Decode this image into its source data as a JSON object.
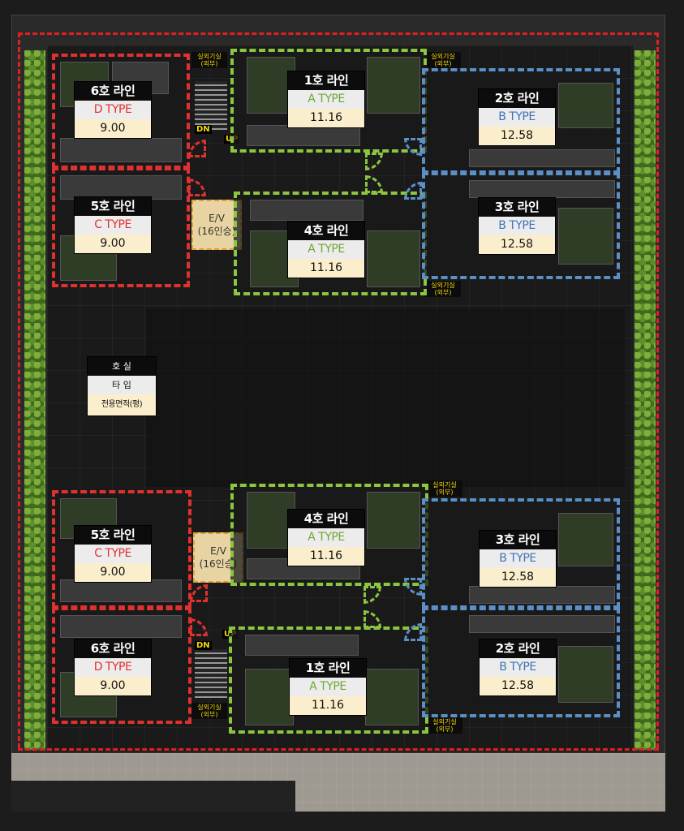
{
  "colors": {
    "red_line": "#e03131",
    "green_line": "#8cc63f",
    "blue_line": "#5b8fc7",
    "type_red": "#e03131",
    "type_green": "#6fa832",
    "type_blue": "#3f74b8",
    "tag_text": "#f5d800"
  },
  "legend": {
    "room": "호 실",
    "type": "타 입",
    "area": "전용면적(평)"
  },
  "elevator": {
    "label": "E/V",
    "capacity": "(16인승)"
  },
  "stairs": {
    "up": "UP",
    "down": "DN"
  },
  "outdoor_tag": {
    "line1": "실외기실",
    "line2": "(외부)"
  },
  "units_top": [
    {
      "name": "6호 라인",
      "type": "D TYPE",
      "area": "9.00",
      "color": "red"
    },
    {
      "name": "5호 라인",
      "type": "C TYPE",
      "area": "9.00",
      "color": "red"
    },
    {
      "name": "1호 라인",
      "type": "A TYPE",
      "area": "11.16",
      "color": "green"
    },
    {
      "name": "4호 라인",
      "type": "A TYPE",
      "area": "11.16",
      "color": "green"
    },
    {
      "name": "2호 라인",
      "type": "B TYPE",
      "area": "12.58",
      "color": "blue"
    },
    {
      "name": "3호 라인",
      "type": "B TYPE",
      "area": "12.58",
      "color": "blue"
    }
  ],
  "units_bottom": [
    {
      "name": "5호 라인",
      "type": "C TYPE",
      "area": "9.00",
      "color": "red"
    },
    {
      "name": "6호 라인",
      "type": "D TYPE",
      "area": "9.00",
      "color": "red"
    },
    {
      "name": "4호 라인",
      "type": "A TYPE",
      "area": "11.16",
      "color": "green"
    },
    {
      "name": "1호 라인",
      "type": "A TYPE",
      "area": "11.16",
      "color": "green"
    },
    {
      "name": "3호 라인",
      "type": "B TYPE",
      "area": "12.58",
      "color": "blue"
    },
    {
      "name": "2호 라인",
      "type": "B TYPE",
      "area": "12.58",
      "color": "blue"
    }
  ]
}
